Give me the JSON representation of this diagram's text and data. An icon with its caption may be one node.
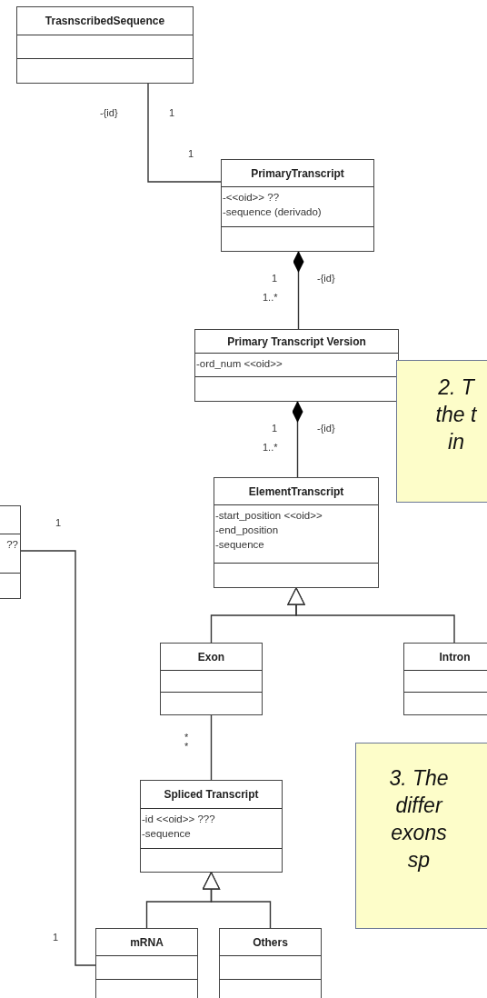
{
  "diagram": {
    "nodes": [
      {
        "text": [
          "TrasnscribedSequence"
        ]
      },
      {
        "text": [
          "PrimaryTranscript",
          "-<<oid>> ??",
          "-sequence (derivado)"
        ]
      },
      {
        "text": [
          "Primary Transcript Version",
          "-ord_num <<oid>>"
        ]
      },
      {
        "text": [
          "2. T the t in"
        ]
      },
      {
        "text": [
          "??"
        ]
      },
      {
        "text": [
          "ElementTranscript",
          "-start_position <<oid>>",
          "-end_position",
          "-sequence"
        ]
      },
      {
        "text": [
          "Exon"
        ]
      },
      {
        "text": [
          "Intron"
        ]
      },
      {
        "text": [
          "3. The differ exons sp"
        ]
      },
      {
        "text": [
          "Spliced Transcript",
          "-id <<oid>> ???",
          "-sequence"
        ]
      },
      {
        "text": [
          "mRNA"
        ]
      },
      {
        "text": [
          "Others"
        ]
      }
    ],
    "edges": [
      {
        "from": 0,
        "to": 1,
        "arrow": "none"
      },
      {
        "from": 1,
        "to": 2,
        "arrow": "other"
      },
      {
        "from": 2,
        "to": 5,
        "arrow": "other"
      },
      {
        "from": 6,
        "to": 5,
        "arrow": "to"
      },
      {
        "from": 7,
        "to": 5,
        "arrow": "to"
      },
      {
        "from": 6,
        "to": 9,
        "arrow": "none"
      },
      {
        "from": 10,
        "to": 9,
        "arrow": "to"
      },
      {
        "from": 11,
        "to": 9,
        "arrow": "to"
      },
      {
        "from": 4,
        "to": 10,
        "arrow": "none"
      }
    ],
    "labels": [
      "-{id}",
      "1",
      "1",
      "1",
      "-{id}",
      "1..*",
      "1",
      "-{id}",
      "1..*",
      "1",
      "*",
      "*",
      "1"
    ]
  }
}
